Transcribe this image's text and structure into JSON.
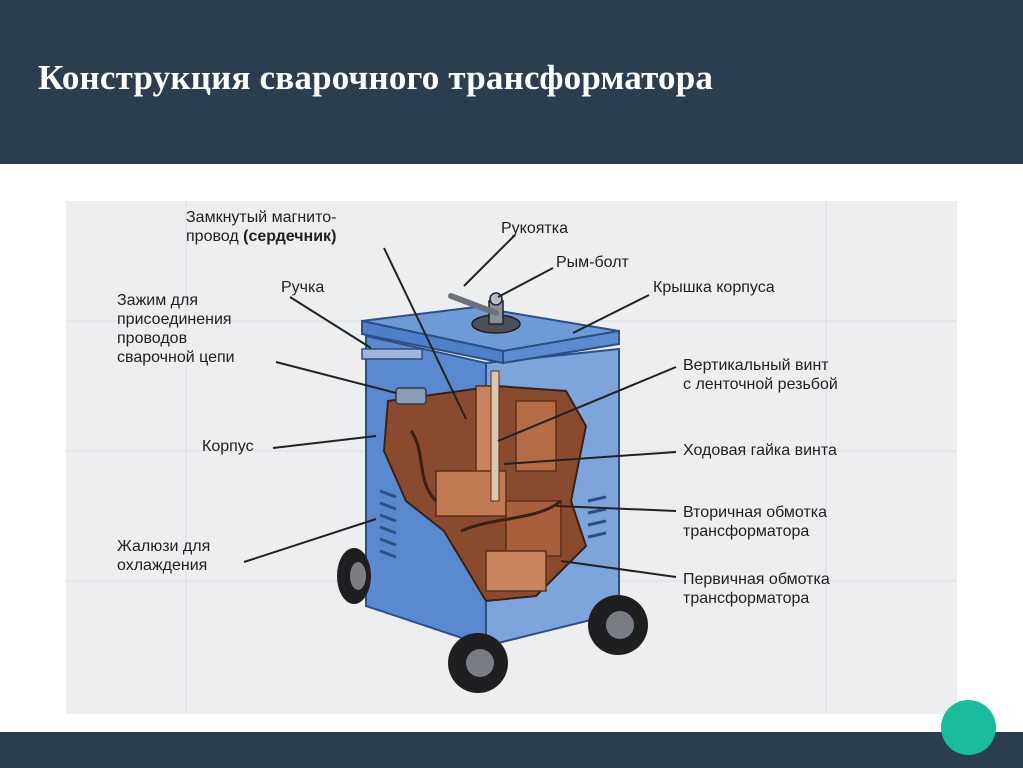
{
  "slide": {
    "title": "Конструкция сварочного трансформатора"
  },
  "diagram": {
    "labels": {
      "core_line1": "Замкнутый магнито-",
      "core_line2_a": "провод ",
      "core_line2_b": "(сердечник)",
      "handle": "Рукоятка",
      "eyebolt": "Рым-болт",
      "grip": "Ручка",
      "lid": "Крышка корпуса",
      "clamp": "Зажим для\nприсоединения\nпроводов\nсварочной цепи",
      "screw": "Вертикальный винт\nс ленточной резьбой",
      "body": "Корпус",
      "nut": "Ходовая гайка винта",
      "secondary": "Вторичная обмотка\nтрансформатора",
      "louvers": "Жалюзи для\nохлаждения",
      "primary": "Первичная обмотка\nтрансформатора"
    }
  },
  "colors": {
    "header": "#2c3d50",
    "accent": "#1abc9c",
    "casing": "#4f7fc8",
    "copper": "#b5714f"
  }
}
